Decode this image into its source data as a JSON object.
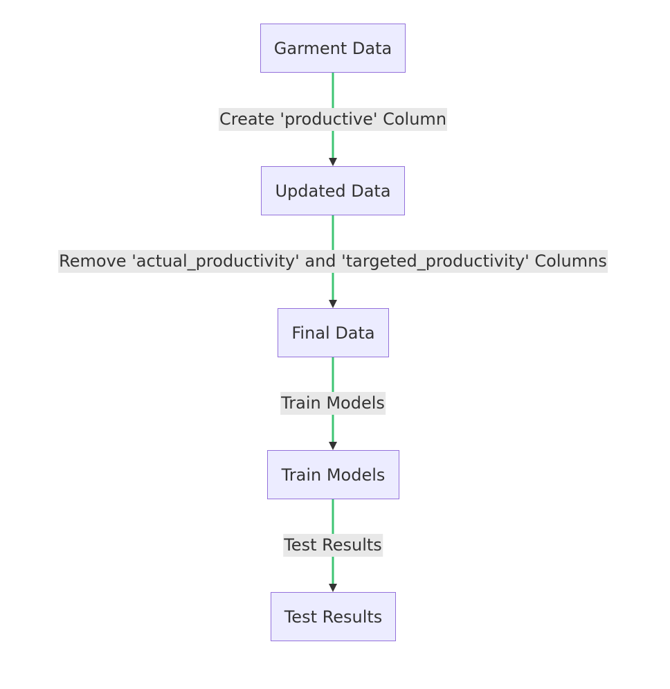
{
  "nodes": {
    "garment_data": "Garment Data",
    "updated_data": "Updated Data",
    "final_data": "Final Data",
    "train_models": "Train Models",
    "test_results": "Test Results"
  },
  "edges": {
    "garment_to_updated": "Create 'productive' Column",
    "updated_to_final": "Remove 'actual_productivity' and 'targeted_productivity' Columns",
    "final_to_train": "Train Models",
    "train_to_test": "Test Results"
  },
  "colors": {
    "node_fill": "#ececff",
    "node_border": "#9370db",
    "edge_line": "#3dc473",
    "arrowhead": "#333333",
    "edge_label_bg": "#e8e8e8",
    "text": "#333333"
  }
}
